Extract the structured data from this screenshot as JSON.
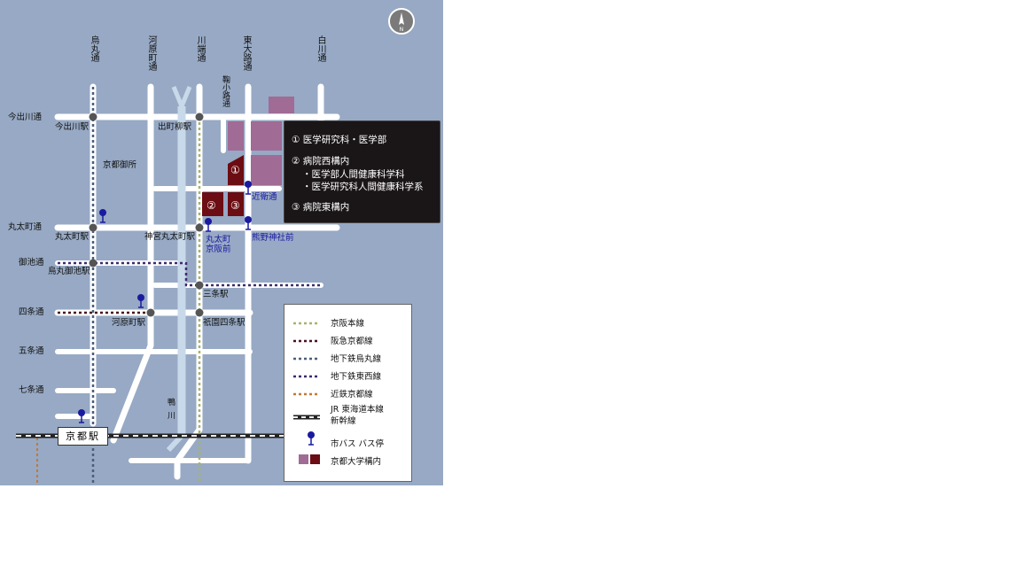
{
  "colors": {
    "background": "#97a9c4",
    "road": "#ffffff",
    "campus_light": "#a06b95",
    "campus_dark": "#6b0d12",
    "keihan": "#a7b46a",
    "hankyu": "#4a1020",
    "subway_karasuma": "#4b5d7a",
    "subway_tozai": "#3e2a6e",
    "kintetsu": "#c07a35",
    "bus_stop": "#1a1aa0"
  },
  "compass": {
    "letter": "N",
    "icon": "north-arrow-icon"
  },
  "streets": {
    "karasuma": "烏丸通",
    "kawaramachi": "河原町通",
    "kawabata": "川端通",
    "higashioji": "東大路通",
    "shirakawa": "白川通",
    "komanokoji": "鞠小路通",
    "imadegawa": "今出川通",
    "marutamachi": "丸太町通",
    "oike": "御池通",
    "shijo": "四条通",
    "gojo": "五条通",
    "shichijo": "七条通",
    "kamo": "鴨川"
  },
  "places": {
    "imadegawa_st": "今出川駅",
    "demachiyanagi_st": "出町柳駅",
    "gosho": "京都御所",
    "marutamachi_st": "丸太町駅",
    "jingu_marutamachi_st": "神宮丸太町駅",
    "karasuma_oike_st": "烏丸御池駅",
    "sanjo_st": "三条駅",
    "kawaramachi_st": "河原町駅",
    "gion_shijo_st": "祇園四条駅",
    "kyoto_st": "京都駅"
  },
  "bus_stops": {
    "konoe": "近衛通",
    "marutamachi_keihan": "丸太町\n京阪前",
    "kumano": "熊野神社前"
  },
  "campus_markers": [
    "①",
    "②",
    "③"
  ],
  "info_box": {
    "line1": "① 医学研究科・医学部",
    "line2": "② 病院西構内",
    "line3": "・医学部人間健康科学科",
    "line4": "・医学研究科人間健康科学系",
    "line5": "③ 病院東構内"
  },
  "legend": [
    {
      "label": "京阪本線",
      "type": "keihan"
    },
    {
      "label": "阪急京都線",
      "type": "hankyu"
    },
    {
      "label": "地下鉄烏丸線",
      "type": "subway_karasuma"
    },
    {
      "label": "地下鉄東西線",
      "type": "subway_tozai"
    },
    {
      "label": "近鉄京都線",
      "type": "kintetsu"
    },
    {
      "label": "JR 東海道本線\n新幹線",
      "type": "jr"
    },
    {
      "label": "市バス バス停",
      "type": "bus"
    },
    {
      "label": "京都大学構内",
      "type": "campus"
    }
  ]
}
